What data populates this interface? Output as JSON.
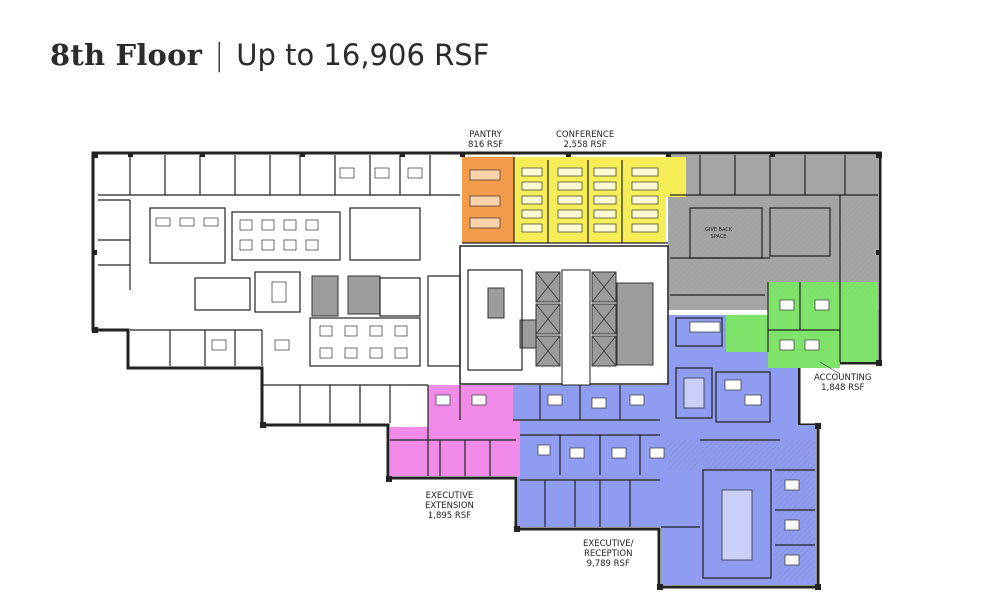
{
  "header": {
    "floor": "8th Floor",
    "separator": "|",
    "area": "Up to 16,906 RSF"
  },
  "zones": [
    {
      "key": "pantry",
      "name": "PANTRY",
      "area": "816 RSF",
      "color": "#f39b4a"
    },
    {
      "key": "conference",
      "name": "CONFERENCE",
      "area": "2,558 RSF",
      "color": "#f5ee58"
    },
    {
      "key": "accounting",
      "name": "ACCOUNTING",
      "area": "1,848 RSF",
      "color": "#7fe36b"
    },
    {
      "key": "executive_extension",
      "name_line1": "EXECUTIVE",
      "name_line2": "EXTENSION",
      "area": "1,895 RSF",
      "color": "#f08ce8"
    },
    {
      "key": "executive_reception",
      "name_line1": "EXECUTIVE/",
      "name_line2": "RECEPTION",
      "area": "9,789 RSF",
      "color": "#8f9cf0"
    },
    {
      "key": "give_back",
      "name_line1": "GIVE BACK",
      "name_line2": "SPACE",
      "color": "#a5a5a5"
    }
  ]
}
